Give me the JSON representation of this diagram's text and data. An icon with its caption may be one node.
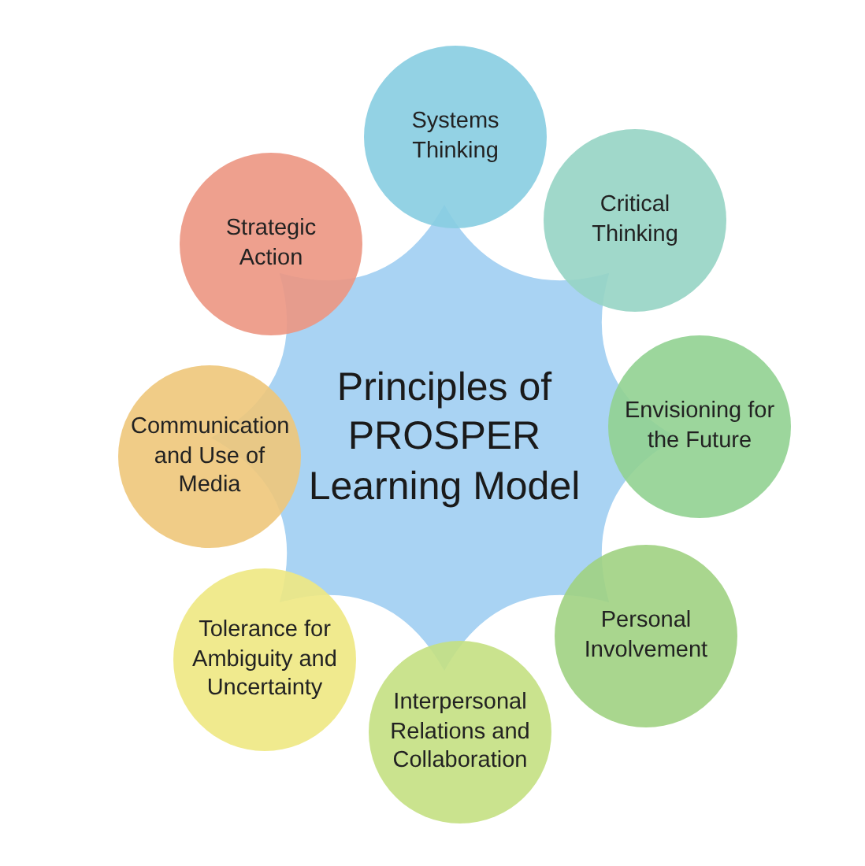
{
  "diagram": {
    "nodes": [
      {
        "text": [
          "Principles of PROSPER Learning Model"
        ]
      },
      {
        "text": [
          "Systems Thinking"
        ]
      },
      {
        "text": [
          "Critical Thinking"
        ]
      },
      {
        "text": [
          "Envisioning for the Future"
        ]
      },
      {
        "text": [
          "Personal Involvement"
        ]
      },
      {
        "text": [
          "Interpersonal Relations and Collaboration"
        ]
      },
      {
        "text": [
          "Tolerance for Ambiguity and Uncertainty"
        ]
      },
      {
        "text": [
          "Communication and Use of Media"
        ]
      },
      {
        "text": [
          "Strategic Action"
        ]
      }
    ],
    "edges": []
  }
}
